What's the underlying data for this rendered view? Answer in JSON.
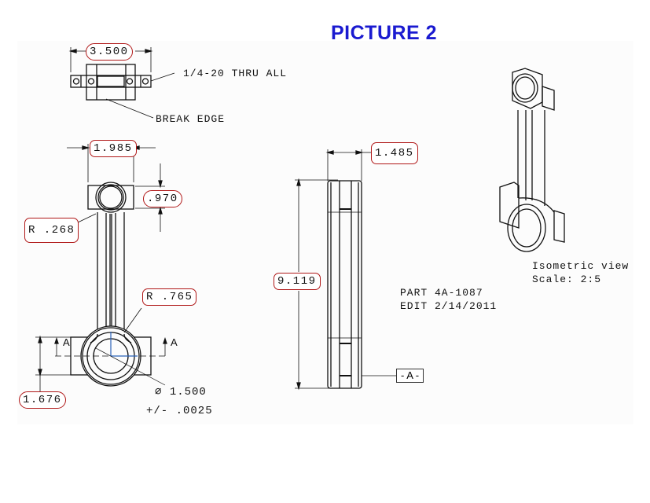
{
  "title": "PICTURE 2",
  "colors": {
    "title": "#1a1ad0",
    "dimension_highlight": "#b01818",
    "centerline_axes": "#2a62b8"
  },
  "top_view": {
    "width_dim": "3.500",
    "hole_note": "1/4-20 THRU ALL",
    "edge_note": "BREAK EDGE"
  },
  "front_view": {
    "small_end_width": "1.985",
    "small_end_height": ".970",
    "fillet_small": "R .268",
    "fillet_large": "R .765",
    "large_end_height": "1.676",
    "bore_diameter": "∅ 1.500",
    "bore_tolerance": "+/-  .0025",
    "section_label_left": "A",
    "section_label_right": "A"
  },
  "side_view": {
    "thickness": "1.485",
    "overall_length": "9.119",
    "datum": "- A -"
  },
  "part_info": {
    "part_number": "PART 4A-1087",
    "edit_date": "EDIT 2/14/2011"
  },
  "iso_view": {
    "caption": "Isometric view",
    "scale": "Scale:  2:5"
  }
}
